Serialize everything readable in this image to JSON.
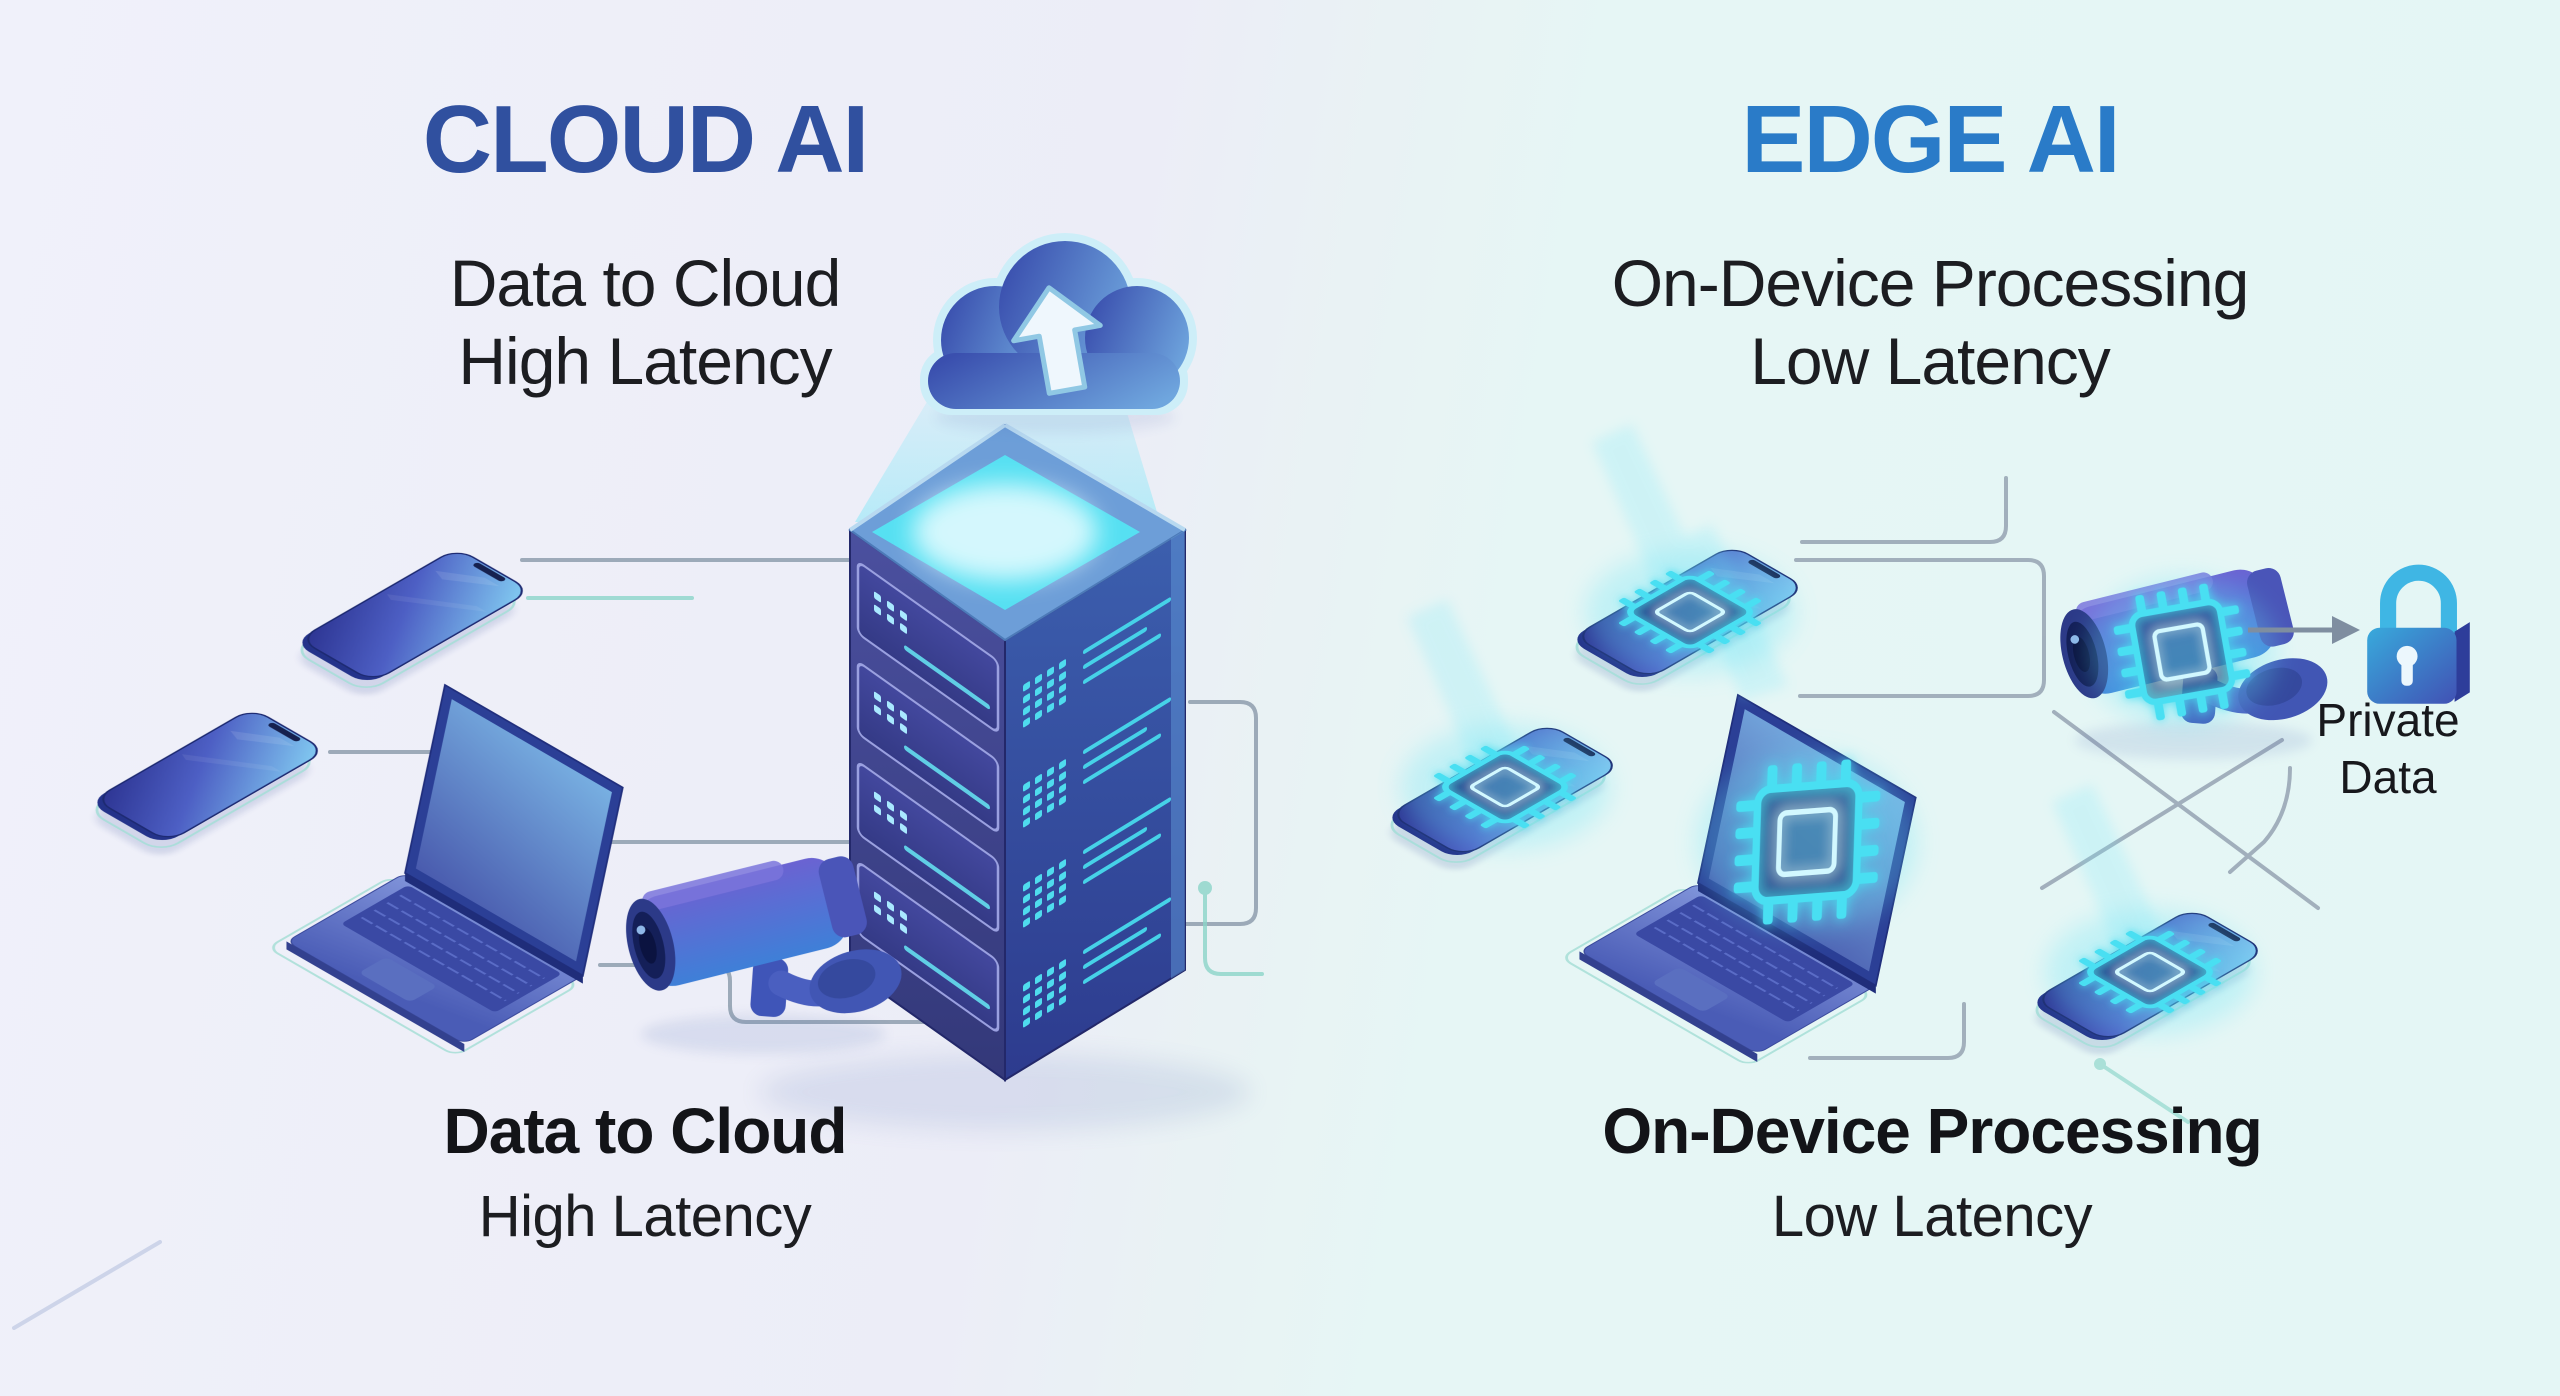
{
  "left_panel": {
    "title": "CLOUD AI",
    "subtitle": {
      "line1": "Data to Cloud",
      "line2": "High Latency"
    },
    "caption": {
      "line1": "Data to Cloud",
      "line2": "High Latency"
    }
  },
  "right_panel": {
    "title": "EDGE AI",
    "subtitle": {
      "line1": "On-Device Processing",
      "line2": "Low Latency"
    },
    "caption": {
      "line1": "On-Device Processing",
      "line2": "Low Latency"
    },
    "lock_label": {
      "line1": "Private",
      "line2": "Data"
    }
  },
  "icons": {
    "left": [
      "cloud-upload-icon",
      "upload-beam",
      "server-icon",
      "smartphone-icon",
      "smartphone-icon",
      "laptop-icon",
      "cctv-camera-icon"
    ],
    "right": [
      "smartphone-icon",
      "smartphone-icon",
      "smartphone-icon",
      "laptop-icon",
      "cctv-camera-icon",
      "chip-icon",
      "padlock-icon",
      "arrow-right-icon"
    ]
  },
  "colors": {
    "background_left": "#eceef8",
    "background_right": "#e6f6f5",
    "cloud_ai_title": "#30509f",
    "edge_ai_title": "#2a7bc8",
    "body_text": "#1c1d21",
    "device_indigo": "#3b4fae",
    "glow_cyan": "#49dff2",
    "connector_gray": "#93a2b1",
    "connector_teal": "#8bd5c9"
  }
}
